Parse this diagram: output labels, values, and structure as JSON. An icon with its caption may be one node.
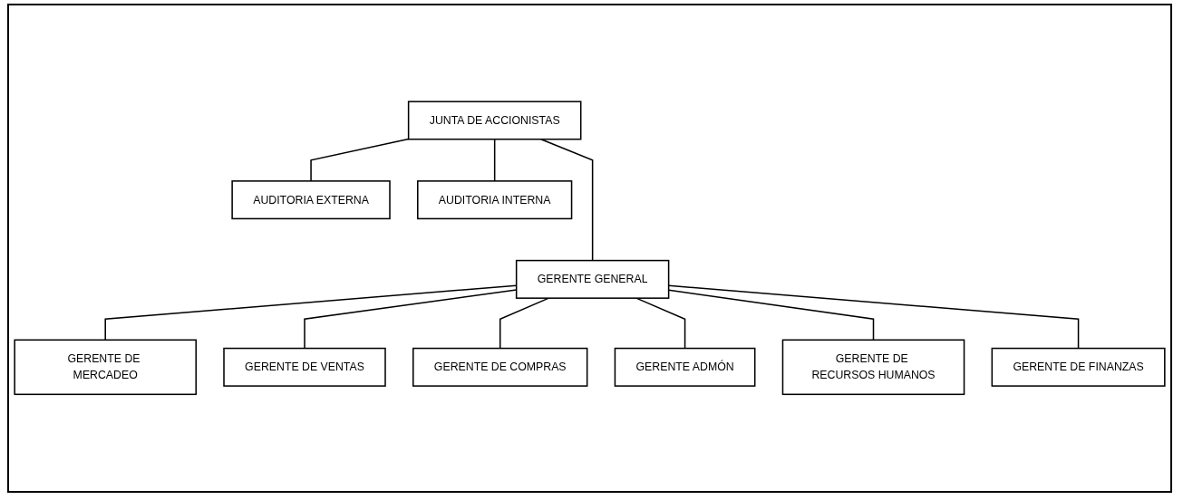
{
  "diagram": {
    "nodes": [
      {
        "text": [
          "JUNTA DE ACCIONISTAS"
        ]
      },
      {
        "text": [
          "AUDITORIA EXTERNA"
        ]
      },
      {
        "text": [
          "AUDITORIA INTERNA"
        ]
      },
      {
        "text": [
          "GERENTE GENERAL"
        ]
      },
      {
        "text": [
          "GERENTE DE MERCADEO"
        ]
      },
      {
        "text": [
          "GERENTE DE VENTAS"
        ]
      },
      {
        "text": [
          "GERENTE DE COMPRAS"
        ]
      },
      {
        "text": [
          "GERENTE ADMÓN"
        ]
      },
      {
        "text": [
          "GERENTE DE RECURSOS HUMANOS"
        ]
      },
      {
        "text": [
          "GERENTE DE FINANZAS"
        ]
      }
    ],
    "edges": [
      {
        "from": 0,
        "to": 1,
        "arrow": "none"
      },
      {
        "from": 0,
        "to": 2,
        "arrow": "none"
      },
      {
        "from": 0,
        "to": 3,
        "arrow": "none"
      },
      {
        "from": 3,
        "to": 4,
        "arrow": "none"
      },
      {
        "from": 3,
        "to": 5,
        "arrow": "none"
      },
      {
        "from": 3,
        "to": 6,
        "arrow": "none"
      },
      {
        "from": 3,
        "to": 7,
        "arrow": "none"
      },
      {
        "from": 3,
        "to": 8,
        "arrow": "none"
      },
      {
        "from": 3,
        "to": 9,
        "arrow": "none"
      }
    ]
  }
}
